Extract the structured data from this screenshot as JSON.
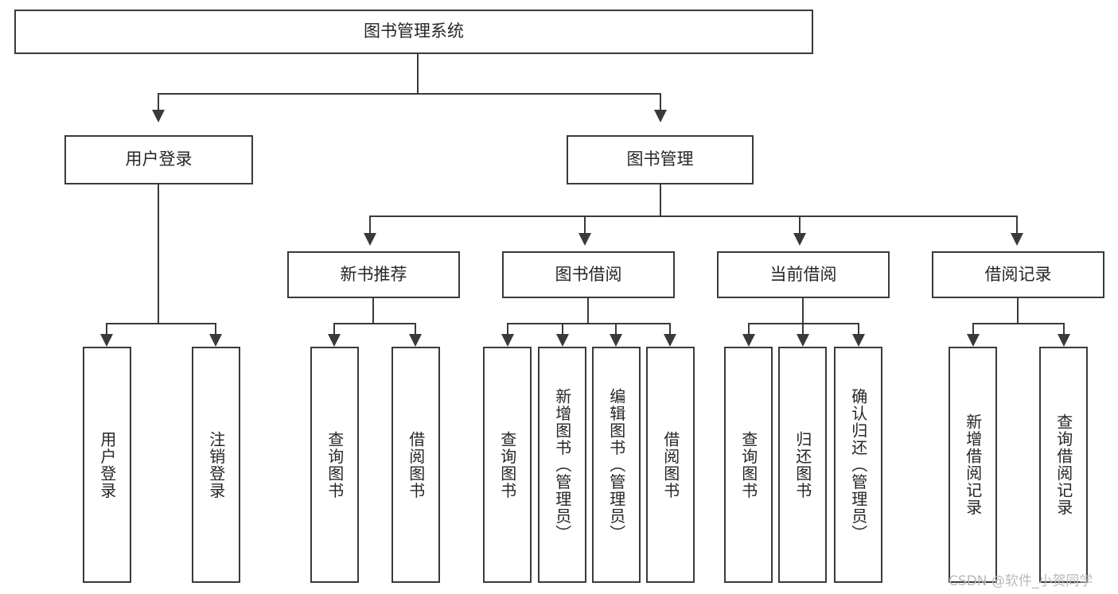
{
  "diagram": {
    "title": "图书管理系统",
    "type": "tree-hierarchy-diagram",
    "root": {
      "label": "图书管理系统"
    },
    "level2": [
      {
        "label": "用户登录"
      },
      {
        "label": "图书管理"
      }
    ],
    "level3": [
      {
        "label": "新书推荐"
      },
      {
        "label": "图书借阅"
      },
      {
        "label": "当前借阅"
      },
      {
        "label": "借阅记录"
      }
    ],
    "leaves": {
      "user_login": [
        {
          "label": "用户登录"
        },
        {
          "label": "注销登录"
        }
      ],
      "new_book_recommend": [
        {
          "label": "查询图书"
        },
        {
          "label": "借阅图书"
        }
      ],
      "book_borrow": [
        {
          "label": "查询图书"
        },
        {
          "label": "新增图书（管理员）"
        },
        {
          "label": "编辑图书（管理员）"
        },
        {
          "label": "借阅图书"
        }
      ],
      "current_borrow": [
        {
          "label": "查询图书"
        },
        {
          "label": "归还图书"
        },
        {
          "label": "确认归还（管理员）"
        }
      ],
      "borrow_records": [
        {
          "label": "新增借阅记录"
        },
        {
          "label": "查询借阅记录"
        }
      ]
    }
  },
  "watermark": {
    "text": "CSDN @软件_小贺同学"
  },
  "colors": {
    "stroke": "#3a3a3a",
    "text": "#262626",
    "background": "#ffffff",
    "watermark": "#b9b9b9"
  }
}
